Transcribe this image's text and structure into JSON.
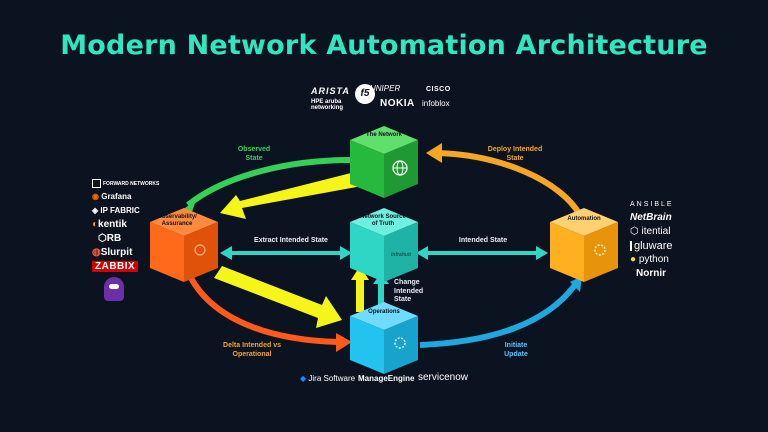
{
  "title": "Modern Network Automation Architecture",
  "vendors": [
    "ARISTA",
    "JUNIPER",
    "CISCO",
    "HPE aruba networking",
    "f5",
    "NOKIA",
    "infoblox"
  ],
  "nodes": {
    "network": "The Network",
    "observability": "Observability/ Assurance",
    "source_of_truth": "Network Source of Truth",
    "automation": "Automation",
    "operations": "Operations",
    "sot_brand": "Infrahub"
  },
  "edge_labels": {
    "observed_state": "Observed State",
    "deploy_intended_state": "Deploy Intended State",
    "extract_intended_state": "Extract Intended State",
    "intended_state": "Intended State",
    "change_intended_state": "Change Intended State",
    "delta_intended_vs_operational": "Delta Intended vs Operational",
    "initiate_update": "Initiate Update"
  },
  "left_tools": [
    "FORWARD NETWORKS",
    "Grafana",
    "IP FABRIC",
    "kentik",
    "RB",
    "Slurpit",
    "ZABBIX"
  ],
  "right_tools": [
    "ANSIBLE",
    "NetBrain",
    "itential",
    "gluware",
    "python",
    "Nornir"
  ],
  "bottom_tools": [
    "Jira Software",
    "ManageEngine",
    "servicenow"
  ],
  "colors": {
    "background": "#0b1220",
    "title": "#2ee6c0",
    "network_cube": "#2fd14b",
    "observability_cube": "#ff6a1a",
    "sot_cube": "#2fd6c6",
    "automation_cube": "#ffb020",
    "operations_cube": "#22c3ee",
    "highlight_arrow": "#f5f51a"
  }
}
